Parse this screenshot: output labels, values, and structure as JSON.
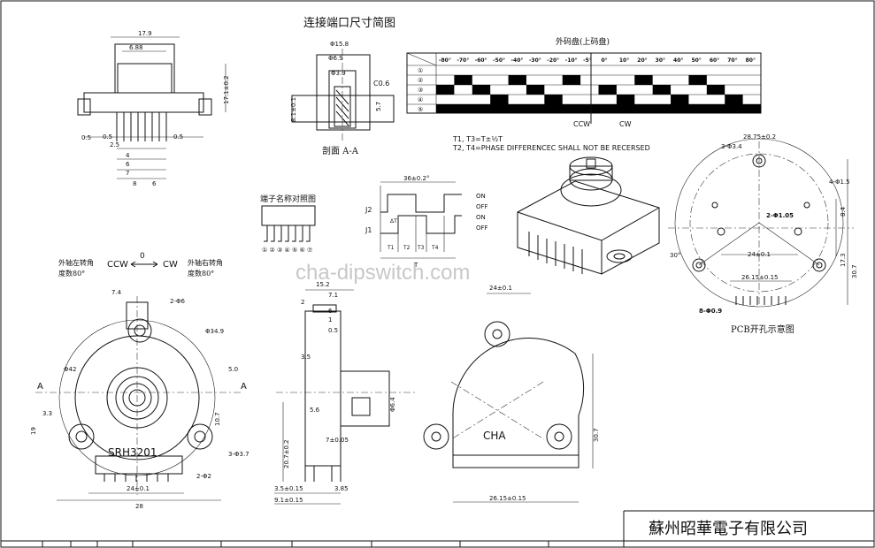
{
  "title": "连接端口尺寸简图",
  "section_label": "剖面 A-A",
  "terminal_chart_label": "端子名称对照图",
  "pcb_label": "PCB开孔示意图",
  "encoder_table": {
    "title": "外码盘(上码盘)",
    "angles": [
      "-80°",
      "-70°",
      "-60°",
      "-50°",
      "-40°",
      "-30°",
      "-20°",
      "-10°",
      "-5°",
      "0°",
      "10°",
      "20°",
      "30°",
      "40°",
      "50°",
      "60°",
      "70°",
      "80°"
    ],
    "rows": [
      "①",
      "②",
      "③",
      "④",
      "⑤"
    ],
    "ccw": "CCW",
    "cw": "CW"
  },
  "notes": [
    "T1, T3=T±½T",
    "T2, T4=PHASE DIFFERENCEC SHALL  NOT BE RECERSED"
  ],
  "timing": {
    "top_dim": "36±0.2°",
    "j2": "J2",
    "j1": "J1",
    "on": "ON",
    "off": "OFF",
    "t_labels": [
      "T1",
      "T2",
      "T3",
      "T4"
    ],
    "t": "T",
    "delta_t": "ΔT"
  },
  "rotation": {
    "left": "外轴左转角\n度数80°",
    "ccw": "CCW",
    "zero": "0",
    "cw": "CW",
    "right": "外轴右转角\n度数80°"
  },
  "dims_top_left": [
    "17.9",
    "6.88",
    "17.1±0.2",
    "0.5",
    "0.5",
    "0.5",
    "2.5",
    "4",
    "6",
    "7",
    "8",
    "6"
  ],
  "dims_section": [
    "Φ15.8",
    "Φ6.9",
    "Φ3.9",
    "C0.6",
    "8.1±0.1",
    "5.7"
  ],
  "dims_pcb": [
    "28.75±0.2",
    "3-Φ3.4",
    "4-Φ1.5",
    "2-Φ1.05",
    "24±0.1",
    "26.15±0.15",
    "8-Φ0.9",
    "30°",
    "8.4",
    "17.3",
    "30.7"
  ],
  "dims_front": [
    "7.4",
    "2-Φ6",
    "Φ34.9",
    "Φ42",
    "5.0",
    "3.3",
    "19",
    "10.7",
    "3-Φ3.7",
    "2-Φ2",
    "24±0.1",
    "28",
    "A",
    "A"
  ],
  "dims_side": [
    "15.2",
    "7.1",
    "2",
    "6",
    "1",
    "0.5",
    "3.5",
    "5.6",
    "20.7±0.2",
    "7±0.05",
    "Φ6.4",
    "3.5±0.15",
    "9.1±0.15",
    "3.85"
  ],
  "dims_back": [
    "24±0.1",
    "26.15±0.15",
    "30.7"
  ],
  "part_front": "SRH3201",
  "part_back": "CHA",
  "watermark": "cha-dipswitch.com",
  "company": "蘇州昭華電子有限公司"
}
